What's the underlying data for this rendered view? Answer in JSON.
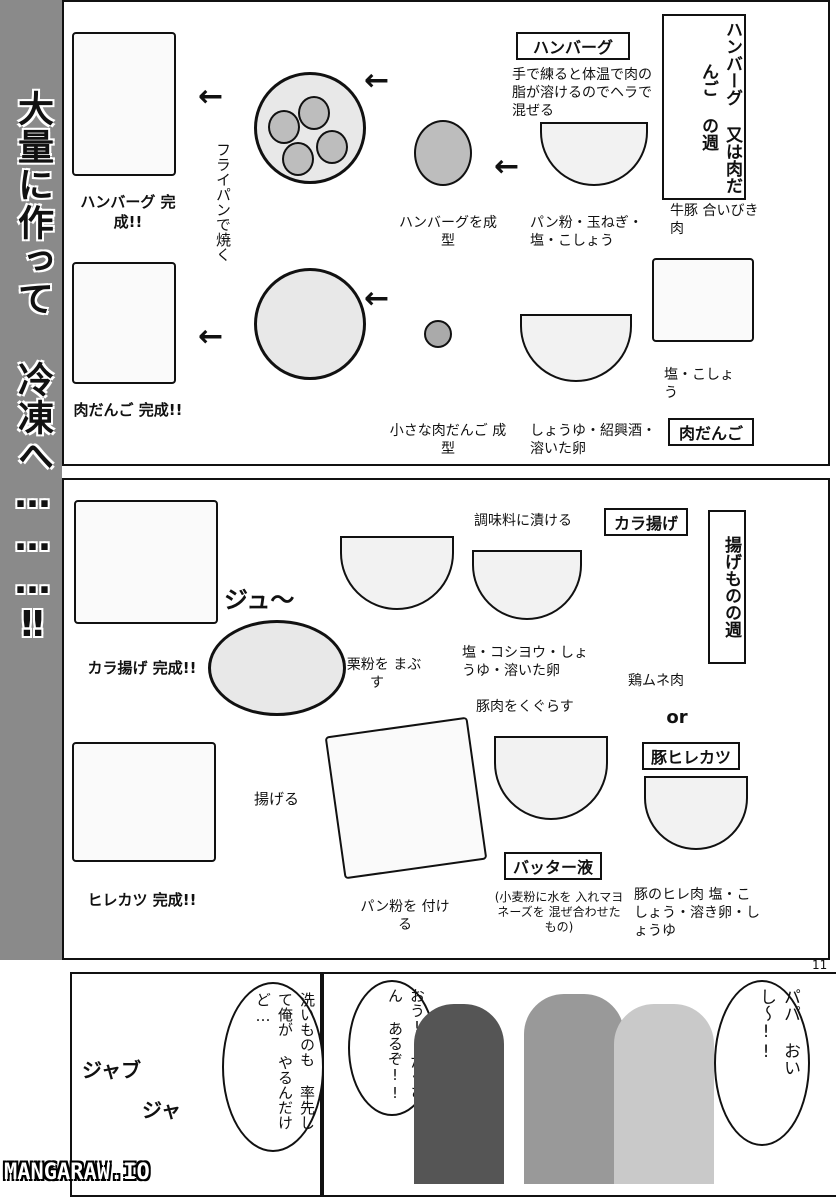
{
  "sidebar": {
    "title": "大量に作って 冷凍へ………‼"
  },
  "page_number": "11",
  "panel1": {
    "week_title": "ハンバーグ 又は肉だんご の週",
    "hamburg_tag": "ハンバーグ",
    "hamburg_note": "手で練ると体温で肉の脂が溶けるのでヘラで混ぜる",
    "meat_label": "牛豚 合いびき肉",
    "mix_label": "パン粉・玉ねぎ・塩・こしょう",
    "shape_label": "ハンバーグを成型",
    "fry_label": "フライパンで焼く",
    "hamburg_done": "ハンバーグ 完成!!",
    "niku_done": "肉だんご 完成!!",
    "small_ball_label": "小さな肉だんご 成型",
    "niku_mix_label": "しょうゆ・紹興酒・溶いた卵",
    "salt_label": "塩・こしょう",
    "niku_tag": "肉だんご"
  },
  "panel2": {
    "week_title": "揚げものの週",
    "karaage_tag": "カラ揚げ",
    "marinate_label": "調味料に漬ける",
    "marinate_ing": "塩・コシヨウ・しょうゆ・溶いた卵",
    "chicken_label": "鶏ムネ肉",
    "katakuri_label": "片栗粉を まぶす",
    "sfx": "ジュ〜",
    "karaage_done": "カラ揚げ 完成!!",
    "or_label": "or",
    "hirekatsu_tag": "豚ヒレカツ",
    "coat_label": "豚肉をくぐらす",
    "fry_label": "揚げる",
    "batter_tag": "バッター液",
    "batter_note": "(小麦粉に水を 入れマヨネーズを 混ぜ合わせたもの)",
    "pork_ing": "豚のヒレ肉 塩・こしょう・溶き卵・しょうゆ",
    "breadcrumb_label": "パン粉を 付ける",
    "hirekatsu_done": "ヒレカツ 完成!!"
  },
  "panel3": {
    "speech": "洗いものも 率先して俺が やるんだけど…",
    "sfx1": "ジャブ",
    "sfx2": "ジャ"
  },
  "panel4": {
    "dad_speech": "おう! たくさん あるぞ!!",
    "kid_speech": "パパ おいし〜!!"
  },
  "watermark": "MANGARAW.IO"
}
